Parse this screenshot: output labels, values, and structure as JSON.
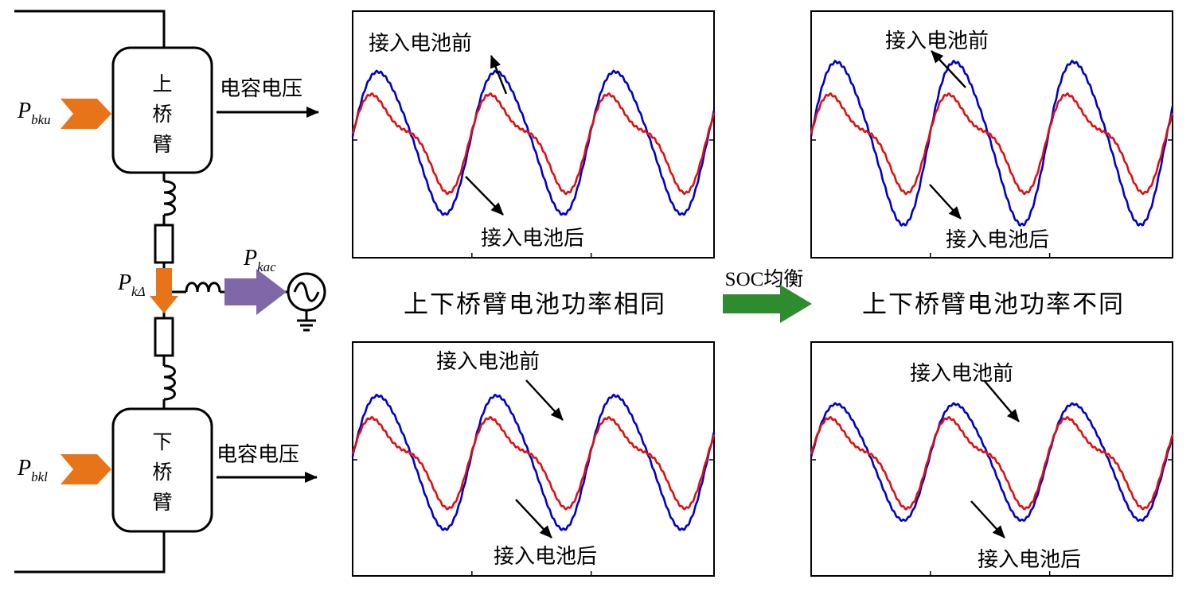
{
  "left": {
    "upper_arm": {
      "chars": [
        "上",
        "桥",
        "臂"
      ]
    },
    "lower_arm": {
      "chars": [
        "下",
        "桥",
        "臂"
      ]
    },
    "p_upper": {
      "main": "P",
      "sub": "bku"
    },
    "p_lower": {
      "main": "P",
      "sub": "bkl"
    },
    "p_delta": {
      "main": "P",
      "sub": "kΔ"
    },
    "p_ac": {
      "main": "P",
      "sub": "kac"
    },
    "cap_voltage_label": "电容电压"
  },
  "center": {
    "caption_same": "上下桥臂电池功率相同",
    "soc_label": "SOC均衡",
    "caption_diff": "上下桥臂电池功率不同"
  },
  "plots": [
    {
      "id": "tl",
      "before_label": "接入电池前",
      "after_label": "接入电池后"
    },
    {
      "id": "tr",
      "before_label": "接入电池前",
      "after_label": "接入电池后"
    },
    {
      "id": "bl",
      "before_label": "接入电池前",
      "after_label": "接入电池后"
    },
    {
      "id": "br",
      "before_label": "接入电池前",
      "after_label": "接入电池后"
    }
  ],
  "colors": {
    "before_curve": "#0000cc",
    "after_curve": "#dd1111",
    "power_arrow": "#e8741a",
    "ac_arrow": "#8068a8",
    "soc_arrow": "#2e8b2e"
  }
}
